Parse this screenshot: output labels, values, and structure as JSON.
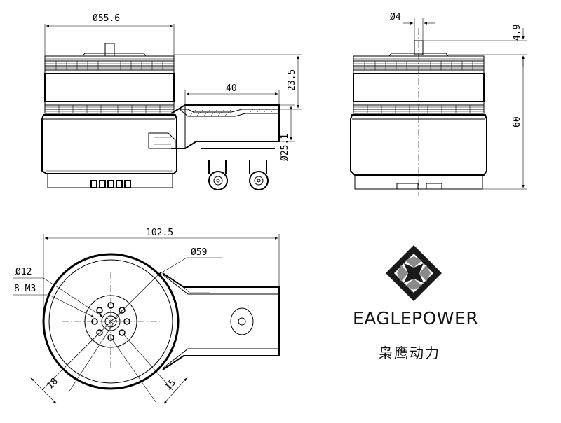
{
  "dimensions": {
    "front_diameter": "Ø55.6",
    "arm_length": "40",
    "rotor_height": "23.5",
    "arm_tube_diameter": "Ø25.1",
    "shaft_diameter": "Ø4",
    "shaft_height": "4.9",
    "total_height": "60",
    "total_length": "102.5",
    "body_diameter": "Ø59",
    "center_hole": "Ø12",
    "screw_holes": "8-M3",
    "hole_spacing_a": "18",
    "hole_spacing_b": "15"
  },
  "brand": {
    "name": "EAGLEPOWER",
    "chinese_name": "枭鹰动力"
  },
  "colors": {
    "line": "#000000",
    "logo_dark": "#1a1a1a",
    "logo_mid": "#8a8a8a",
    "background": "#ffffff"
  }
}
